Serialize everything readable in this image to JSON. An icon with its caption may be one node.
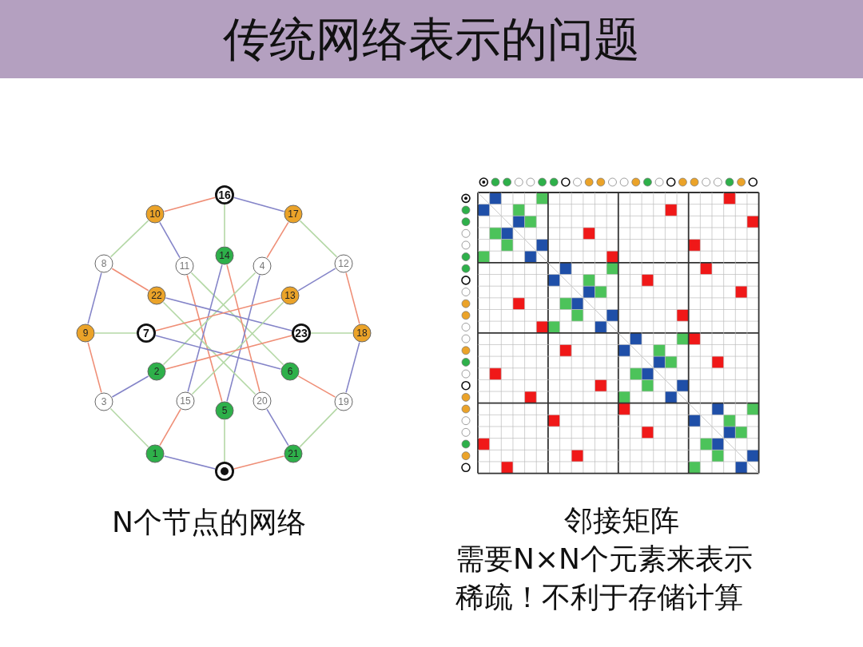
{
  "diagram": {
    "title": "传统网络表示的问题",
    "nodes": [
      {
        "text": [
          "16"
        ]
      },
      {
        "text": [
          "10"
        ]
      },
      {
        "text": [
          "17"
        ]
      },
      {
        "text": [
          "8"
        ]
      },
      {
        "text": [
          "11"
        ]
      },
      {
        "text": [
          "14"
        ]
      },
      {
        "text": [
          "4"
        ]
      },
      {
        "text": [
          "12"
        ]
      },
      {
        "text": [
          "22"
        ]
      },
      {
        "text": [
          "13"
        ]
      },
      {
        "text": [
          "9"
        ]
      },
      {
        "text": [
          "7"
        ]
      },
      {
        "text": [
          "23"
        ]
      },
      {
        "text": [
          "18"
        ]
      },
      {
        "text": [
          "2"
        ]
      },
      {
        "text": [
          "6"
        ]
      },
      {
        "text": [
          "3"
        ]
      },
      {
        "text": [
          "15"
        ]
      },
      {
        "text": [
          "5"
        ]
      },
      {
        "text": [
          "20"
        ]
      },
      {
        "text": [
          "19"
        ]
      },
      {
        "text": [
          "1"
        ]
      },
      {
        "text": [
          "21"
        ]
      },
      {
        "text": [],
        "shape": "circle"
      }
    ],
    "edges": [
      {
        "from": 0,
        "to": 1,
        "arrow": "none",
        "color": "#ef8e76"
      },
      {
        "from": 0,
        "to": 2,
        "arrow": "none",
        "color": "#8484c8"
      },
      {
        "from": 0,
        "to": 5,
        "arrow": "none",
        "color": "#b4d8a6"
      },
      {
        "from": 1,
        "to": 3,
        "arrow": "none",
        "color": "#b4d8a6"
      },
      {
        "from": 1,
        "to": 4,
        "arrow": "none",
        "color": "#8484c8"
      },
      {
        "from": 2,
        "to": 6,
        "arrow": "none",
        "color": "#ef8e76"
      },
      {
        "from": 2,
        "to": 7,
        "arrow": "none",
        "color": "#b4d8a6"
      },
      {
        "from": 3,
        "to": 8,
        "arrow": "none",
        "color": "#ef8e76"
      },
      {
        "from": 3,
        "to": 10,
        "arrow": "none",
        "color": "#8484c8"
      },
      {
        "from": 4,
        "to": 18,
        "arrow": "none",
        "color": "#ef8e76"
      },
      {
        "from": 4,
        "to": 15,
        "arrow": "none",
        "color": "#b4d8a6"
      },
      {
        "from": 5,
        "to": 17,
        "arrow": "none",
        "color": "#8484c8"
      },
      {
        "from": 5,
        "to": 19,
        "arrow": "none",
        "color": "#ef8e76"
      },
      {
        "from": 6,
        "to": 18,
        "arrow": "none",
        "color": "#8484c8"
      },
      {
        "from": 6,
        "to": 14,
        "arrow": "none",
        "color": "#b4d8a6"
      },
      {
        "from": 7,
        "to": 9,
        "arrow": "none",
        "color": "#8484c8"
      },
      {
        "from": 7,
        "to": 13,
        "arrow": "none",
        "color": "#ef8e76"
      },
      {
        "from": 8,
        "to": 12,
        "arrow": "none",
        "color": "#8484c8"
      },
      {
        "from": 8,
        "to": 19,
        "arrow": "none",
        "color": "#b4d8a6"
      },
      {
        "from": 9,
        "to": 11,
        "arrow": "none",
        "color": "#ef8e76"
      },
      {
        "from": 9,
        "to": 17,
        "arrow": "none",
        "color": "#b4d8a6"
      },
      {
        "from": 10,
        "to": 11,
        "arrow": "none",
        "color": "#b4d8a6"
      },
      {
        "from": 10,
        "to": 16,
        "arrow": "none",
        "color": "#ef8e76"
      },
      {
        "from": 11,
        "to": 15,
        "arrow": "none",
        "color": "#8484c8"
      },
      {
        "from": 12,
        "to": 14,
        "arrow": "none",
        "color": "#ef8e76"
      },
      {
        "from": 12,
        "to": 13,
        "arrow": "none",
        "color": "#b4d8a6"
      },
      {
        "from": 13,
        "to": 20,
        "arrow": "none",
        "color": "#8484c8"
      },
      {
        "from": 14,
        "to": 16,
        "arrow": "none",
        "color": "#8484c8"
      },
      {
        "from": 15,
        "to": 20,
        "arrow": "none",
        "color": "#ef8e76"
      },
      {
        "from": 16,
        "to": 21,
        "arrow": "none",
        "color": "#b4d8a6"
      },
      {
        "from": 17,
        "to": 21,
        "arrow": "none",
        "color": "#ef8e76"
      },
      {
        "from": 18,
        "to": 23,
        "arrow": "none",
        "color": "#b4d8a6"
      },
      {
        "from": 19,
        "to": 22,
        "arrow": "none",
        "color": "#8484c8"
      },
      {
        "from": 20,
        "to": 22,
        "arrow": "none",
        "color": "#b4d8a6"
      },
      {
        "from": 21,
        "to": 23,
        "arrow": "none",
        "color": "#8484c8"
      },
      {
        "from": 22,
        "to": 23,
        "arrow": "none",
        "color": "#ef8e76"
      }
    ],
    "labels": [
      "N个节点的网络",
      "邻接矩阵",
      "需要N×N个元素来表示",
      "稀疏！不利于存储计算"
    ]
  }
}
